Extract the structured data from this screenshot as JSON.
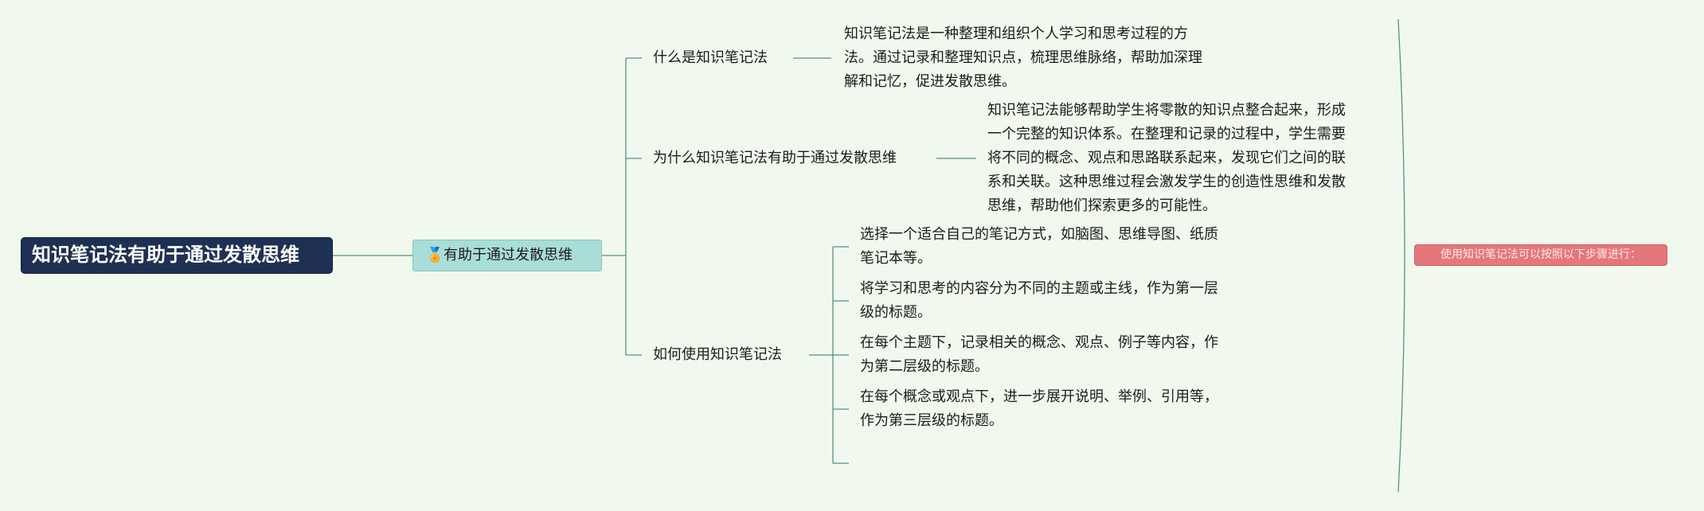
{
  "root": {
    "label": "知识笔记法有助于通过发散思维"
  },
  "subtopic": {
    "label": "有助于通过发散思维",
    "icon": "medal-icon"
  },
  "branches": [
    {
      "title": "什么是知识笔记法",
      "lines": [
        "知识笔记法是一种整理和组织个人学习和思考过程的方",
        "法。通过记录和整理知识点，梳理思维脉络，帮助加深理",
        "解和记忆，促进发散思维。"
      ]
    },
    {
      "title": "为什么知识笔记法有助于通过发散思维",
      "lines": [
        "知识笔记法能够帮助学生将零散的知识点整合起来，形成",
        "一个完整的知识体系。在整理和记录的过程中，学生需要",
        "将不同的概念、观点和思路联系起来，发现它们之间的联",
        "系和关联。这种思维过程会激发学生的创造性思维和发散",
        "思维，帮助他们探索更多的可能性。"
      ]
    },
    {
      "title": "如何使用知识笔记法",
      "steps": [
        {
          "lines": [
            "选择一个适合自己的笔记方式，如脑图、思维导图、纸质",
            "笔记本等。"
          ]
        },
        {
          "lines": [
            "将学习和思考的内容分为不同的主题或主线，作为第一层",
            "级的标题。"
          ]
        },
        {
          "lines": [
            "在每个主题下，记录相关的概念、观点、例子等内容，作",
            "为第二层级的标题。"
          ]
        },
        {
          "lines": [
            "在每个概念或观点下，进一步展开说明、举例、引用等，",
            "作为第三层级的标题。"
          ]
        },
        {
          "lines": []
        }
      ]
    }
  ],
  "summary_tag": {
    "label": "使用知识笔记法可以按照以下步骤进行："
  },
  "colors": {
    "background": "#f1f8ee",
    "root_fill": "#1f3153",
    "subtopic_fill": "#a8ddd8",
    "connector": "#5a8f86",
    "tag_fill": "#e5777b"
  }
}
